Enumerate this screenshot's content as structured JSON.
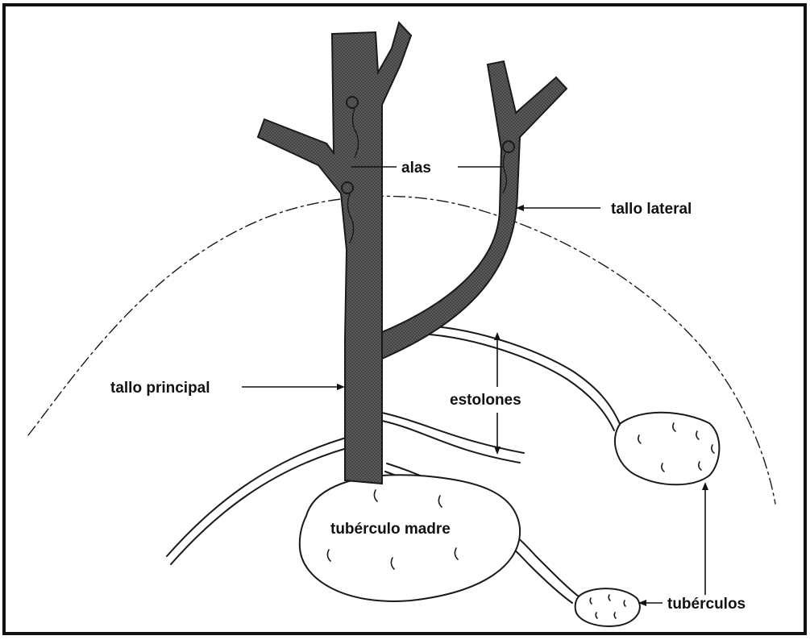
{
  "labels": {
    "alas": "alas",
    "tallo_lateral": "tallo lateral",
    "tallo_principal": "tallo principal",
    "estolones": "estolones",
    "tuberculo_madre": "tubérculo madre",
    "tuberculos": "tubérculos"
  },
  "colors": {
    "border": "#111111",
    "stem_fill": "#4a4a4a",
    "stroke": "#1a1a1a"
  }
}
